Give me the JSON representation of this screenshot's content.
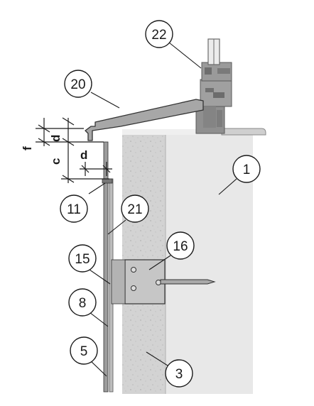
{
  "callouts": [
    {
      "id": "c22",
      "label": "22"
    },
    {
      "id": "c20",
      "label": "20"
    },
    {
      "id": "c1",
      "label": "1"
    },
    {
      "id": "c11",
      "label": "11"
    },
    {
      "id": "c21",
      "label": "21"
    },
    {
      "id": "c16",
      "label": "16"
    },
    {
      "id": "c15",
      "label": "15"
    },
    {
      "id": "c8",
      "label": "8"
    },
    {
      "id": "c5",
      "label": "5"
    },
    {
      "id": "c3",
      "label": "3"
    }
  ],
  "dimensions": {
    "f": "f",
    "c": "c",
    "d_top": "d",
    "d_side": "d"
  },
  "colors": {
    "wall": "#e9e9e9",
    "insulation": "#d2d2d2",
    "metal": "#9a9a9a",
    "frame": "#8c8c8c",
    "line": "#1a1a1a"
  }
}
